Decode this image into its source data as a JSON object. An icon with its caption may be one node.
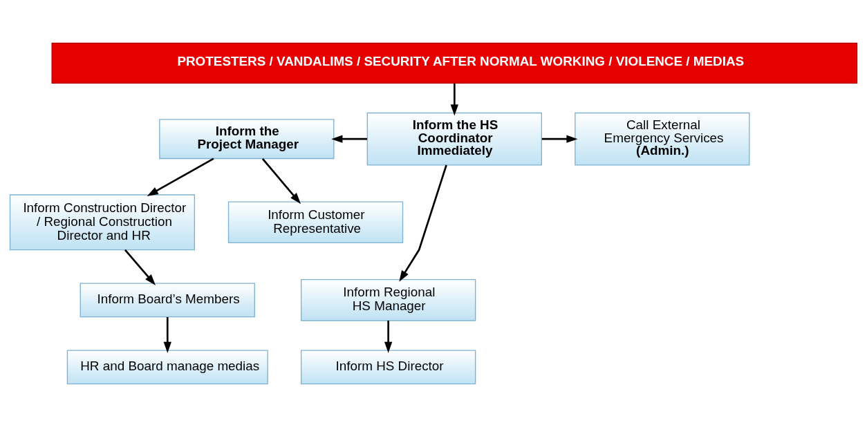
{
  "diagram": {
    "nodes": [
      {
        "text": [
          "PROTESTERS / VANDALIMS / SECURITY AFTER NORMAL WORKING / VIOLENCE / MEDIAS"
        ]
      },
      {
        "text": [
          "Inform the HS Coordinator Immediately"
        ]
      },
      {
        "text": [
          "Inform the Project Manager"
        ]
      },
      {
        "text": [
          "Call External Emergency Services **(Admin.)**"
        ]
      },
      {
        "text": [
          "Inform Construction Director / Regional Construction Director and HR"
        ]
      },
      {
        "text": [
          "Inform Customer Representative"
        ]
      },
      {
        "text": [
          "Inform Board’s Members"
        ]
      },
      {
        "text": [
          "Inform Regional HS Manager"
        ]
      },
      {
        "text": [
          "HR and Board manage medias"
        ]
      },
      {
        "text": [
          "Inform HS Director"
        ]
      }
    ],
    "edges": [
      {
        "from": 0,
        "to": 1,
        "arrow": "to"
      },
      {
        "from": 1,
        "to": 2,
        "arrow": "to"
      },
      {
        "from": 1,
        "to": 3,
        "arrow": "to"
      },
      {
        "from": 2,
        "to": 4,
        "arrow": "to"
      },
      {
        "from": 2,
        "to": 5,
        "arrow": "to"
      },
      {
        "from": 1,
        "to": 7,
        "arrow": "to"
      },
      {
        "from": 4,
        "to": 6,
        "arrow": "to"
      },
      {
        "from": 6,
        "to": 8,
        "arrow": "to"
      },
      {
        "from": 7,
        "to": 9,
        "arrow": "to"
      }
    ]
  }
}
